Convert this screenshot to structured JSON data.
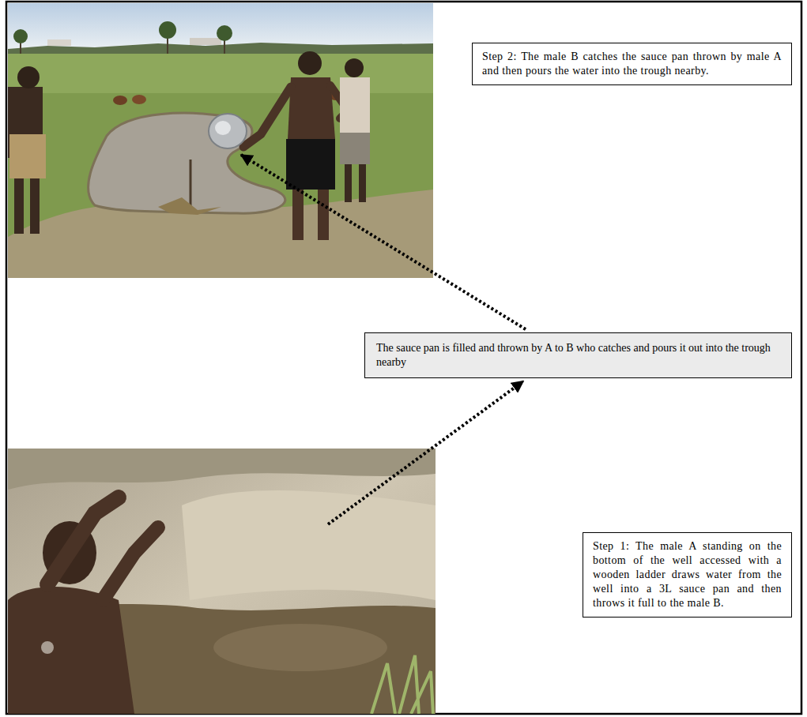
{
  "diagram": {
    "nodes": [
      {
        "text": [
          "Step 2: The male B catches the sauce pan thrown by male A and then pours the water into the trough nearby."
        ]
      },
      {
        "text": [
          "The sauce pan is filled and thrown by A to B who catches and pours it out into the trough nearby"
        ]
      },
      {
        "text": [
          "Step 1: The male A standing on the bottom of the well accessed with a wooden ladder draws water from the well into a 3L sauce pan and then throws it full to the male B."
        ]
      }
    ]
  }
}
